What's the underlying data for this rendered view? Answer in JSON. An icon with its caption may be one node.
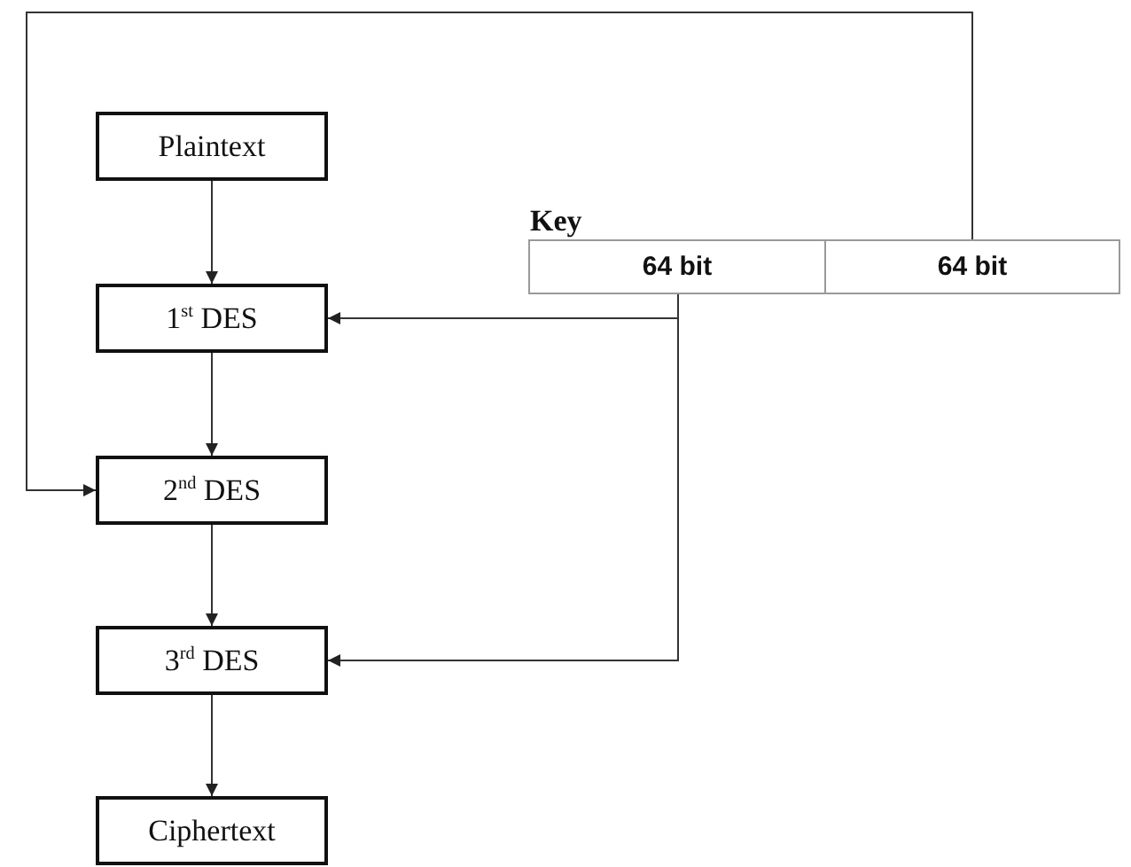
{
  "diagram": {
    "nodes": [
      {
        "text": [
          "Plaintext"
        ]
      },
      {
        "text": [
          "1$^{st}$ DES"
        ]
      },
      {
        "text": [
          "2$^{nd}$ DES"
        ]
      },
      {
        "text": [
          "3$^{rd}$ DES"
        ]
      },
      {
        "text": [
          "Ciphertext"
        ]
      },
      {
        "text": [
          "Key"
        ]
      },
      {
        "text": [
          "64 bit"
        ],
        "in": 5
      },
      {
        "text": [
          "64 bit"
        ],
        "in": 5
      }
    ],
    "edges": [
      {
        "from": 0,
        "to": 1,
        "arrow": "to"
      },
      {
        "from": 1,
        "to": 2,
        "arrow": "to"
      },
      {
        "from": 2,
        "to": 3,
        "arrow": "to"
      },
      {
        "from": 3,
        "to": 4,
        "arrow": "to"
      },
      {
        "from": 6,
        "to": 1,
        "arrow": "to"
      },
      {
        "from": 6,
        "to": 3,
        "arrow": "to"
      },
      {
        "from": 7,
        "to": 2,
        "arrow": "to"
      }
    ]
  }
}
